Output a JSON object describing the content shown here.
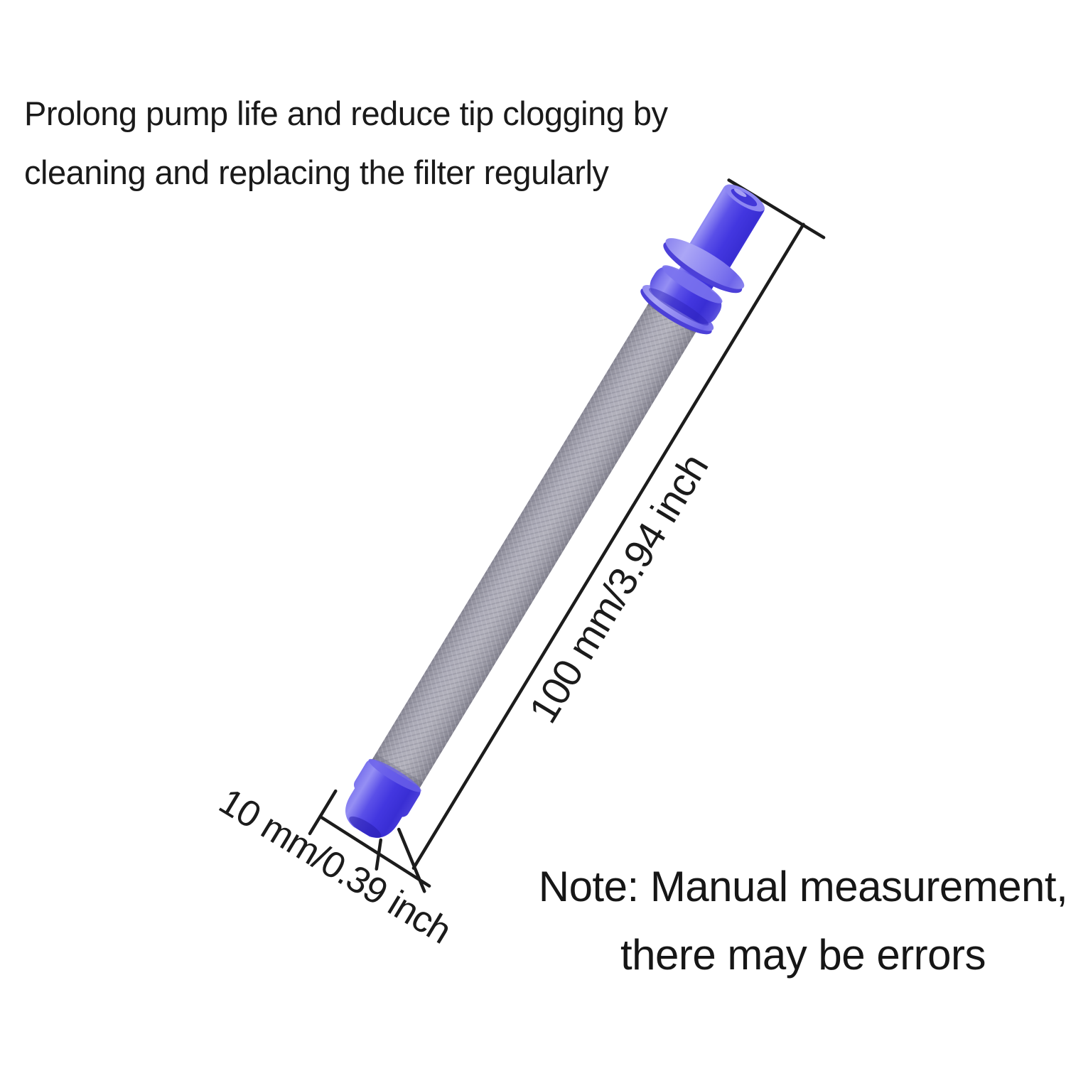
{
  "header": {
    "line1": "Prolong pump life and reduce tip clogging by",
    "line2": "cleaning and replacing the filter regularly"
  },
  "dimensions": {
    "length_label": "100 mm/3.94 inch",
    "width_label": "10 mm/0.39 inch"
  },
  "note": {
    "line1": "Note: Manual measurement,",
    "line2": "there may be errors"
  },
  "colors": {
    "background": "#ffffff",
    "text": "#1a1a1a",
    "dimension_line": "#1c1c1c",
    "filter_cap_blue": "#4438e0",
    "filter_cap_blue_light": "#938cf4",
    "filter_washer_blue": "#9a94f4",
    "filter_mesh_gray": "#aeadb9",
    "filter_mesh_gray_dark": "#898895"
  }
}
